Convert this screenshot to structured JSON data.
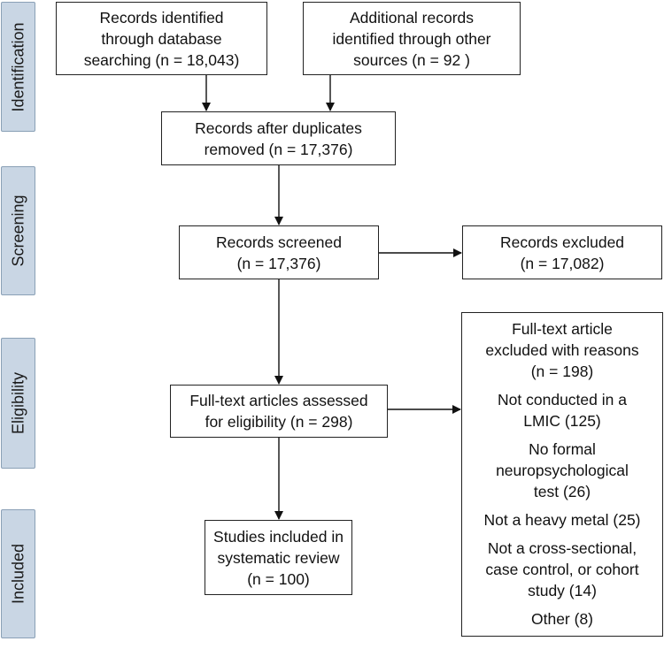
{
  "phases": {
    "identification": "Identification",
    "screening": "Screening",
    "eligibility": "Eligibility",
    "included": "Included"
  },
  "boxes": {
    "database_search": [
      "Records identified",
      "through database",
      "searching (n = 18,043)"
    ],
    "other_sources": [
      "Additional records",
      "identified through other",
      "sources (n = 92 )"
    ],
    "after_duplicates": [
      "Records after duplicates",
      "removed (n = 17,376)"
    ],
    "screened": [
      "Records screened",
      "(n = 17,376)"
    ],
    "excluded": [
      "Records excluded",
      "(n = 17,082)"
    ],
    "fulltext_assessed": [
      "Full-text articles assessed",
      "for eligibility (n = 298)"
    ],
    "included_studies": [
      "Studies included in",
      "systematic review",
      "(n = 100)"
    ]
  },
  "fulltext_excluded": {
    "header": [
      "Full-text article",
      "excluded with reasons",
      "(n = 198)"
    ],
    "reasons": [
      [
        "Not conducted in a",
        "LMIC (125)"
      ],
      [
        "No formal",
        "neuropsychological",
        "test (26)"
      ],
      [
        "Not a heavy metal (25)"
      ],
      [
        "Not a cross-sectional,",
        "case control, or cohort",
        "study (14)"
      ],
      [
        "Other (8)"
      ]
    ]
  }
}
